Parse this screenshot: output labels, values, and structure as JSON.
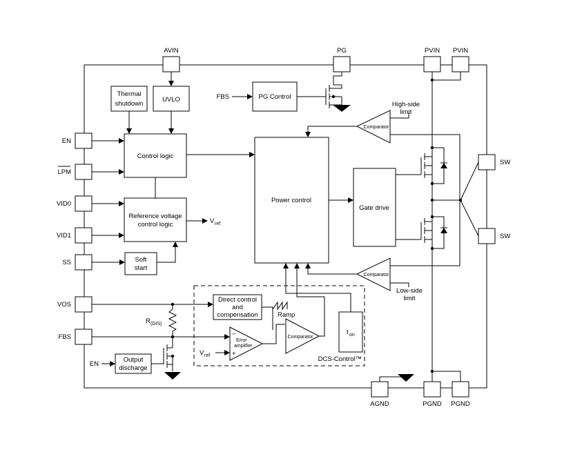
{
  "pins": {
    "avin": "AVIN",
    "pg": "PG",
    "pvin1": "PVIN",
    "pvin2": "PVIN",
    "en": "EN",
    "lpm": "LPM",
    "vid0": "VID0",
    "vid1": "VID1",
    "ss": "SS",
    "vos": "VOS",
    "fbs": "FBS",
    "sw1": "SW",
    "sw2": "SW",
    "agnd": "AGND",
    "pgnd1": "PGND",
    "pgnd2": "PGND"
  },
  "blocks": {
    "thermal_l1": "Thermal",
    "thermal_l2": "shutdown",
    "uvlo": "UVLO",
    "pg_control": "PG Control",
    "control_logic": "Control logic",
    "ref_l1": "Reference voltage",
    "ref_l2": "control logic",
    "soft_l1": "Soft",
    "soft_l2": "start",
    "power_control": "Power control",
    "gate_drive": "Gate drive",
    "direct_l1": "Direct control",
    "direct_l2": "and",
    "direct_l3": "compensation",
    "comparator_top": "Comparator",
    "comparator_bottom": "Comparator",
    "comparator_mid": "Comparator",
    "err_l1": "Error",
    "err_l2": "amplifier",
    "output_l1": "Output",
    "output_l2": "discharge",
    "ton_main": "t",
    "ton_sub": "on"
  },
  "labels": {
    "fbs_in": "FBS",
    "high_side_l1": "High-side",
    "high_side_l2": "limit",
    "low_side_l1": "Low-side",
    "low_side_l2": "limit",
    "vref_main": "V",
    "vref_sub": "ref",
    "vref2_main": "V",
    "vref2_sub": "ref",
    "ramp": "Ramp",
    "rdis_main": "R",
    "rdis_sub": "(DIS)",
    "en_in": "EN",
    "dcs_control": "DCS-Control™",
    "minus": "−",
    "plus": "+"
  }
}
